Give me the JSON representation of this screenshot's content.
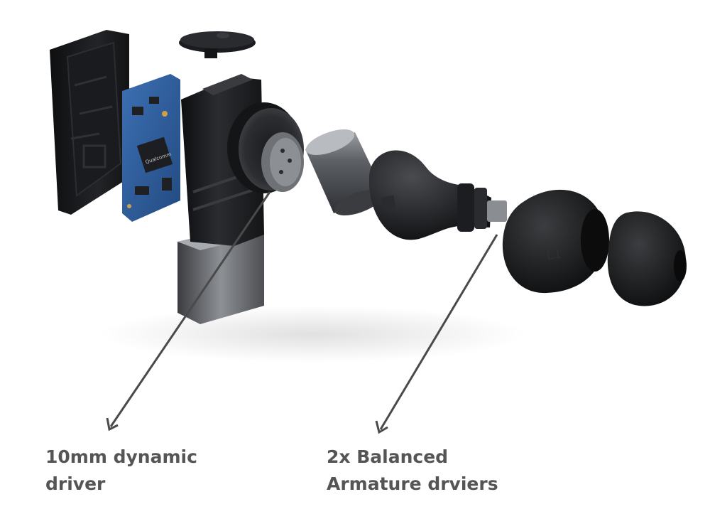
{
  "annotations": [
    {
      "id": "dynamic-driver",
      "lines": [
        "10mm dynamic",
        "driver"
      ]
    },
    {
      "id": "balanced-armature",
      "lines": [
        "2x Balanced",
        "Armature drviers"
      ]
    }
  ],
  "chip_brand": "Qualcomm",
  "eartip_marking": "L1",
  "colors": {
    "label_text": "#555555",
    "pointer_line": "#4a4a4a",
    "housing": "#1b1c1e",
    "pcb": "#2f5f9e",
    "metal": "#7b7e83"
  },
  "parts": [
    "housing-shell-cover",
    "circuit-board",
    "button-cap",
    "main-housing",
    "dynamic-driver-unit",
    "metal-driver-cylinder",
    "nozzle-with-armature",
    "ear-tip-large",
    "ear-tip-small"
  ]
}
